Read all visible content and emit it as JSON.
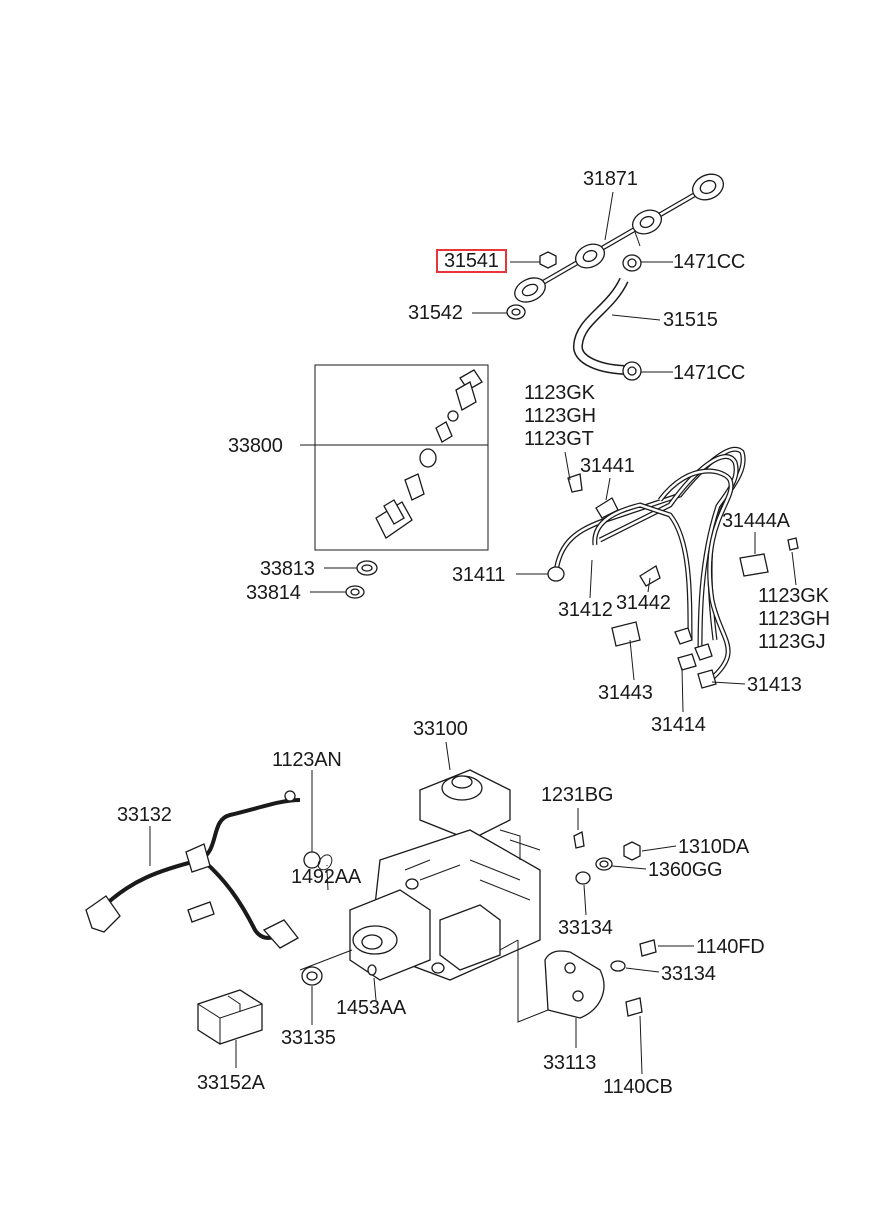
{
  "highlight_color": "#e8343a",
  "parts": [
    {
      "id": "31871",
      "label": "31871",
      "highlighted": false
    },
    {
      "id": "31541",
      "label": "31541",
      "highlighted": true
    },
    {
      "id": "1471CC-top",
      "label": "1471CC",
      "highlighted": false
    },
    {
      "id": "31542",
      "label": "31542",
      "highlighted": false
    },
    {
      "id": "31515",
      "label": "31515",
      "highlighted": false
    },
    {
      "id": "1471CC-bottom",
      "label": "1471CC",
      "highlighted": false
    },
    {
      "id": "33800",
      "label": "33800",
      "highlighted": false
    },
    {
      "id": "1123GK-a",
      "label": "1123GK",
      "highlighted": false
    },
    {
      "id": "1123GH-a",
      "label": "1123GH",
      "highlighted": false
    },
    {
      "id": "1123GT",
      "label": "1123GT",
      "highlighted": false
    },
    {
      "id": "31441",
      "label": "31441",
      "highlighted": false
    },
    {
      "id": "31444A",
      "label": "31444A",
      "highlighted": false
    },
    {
      "id": "33813",
      "label": "33813",
      "highlighted": false
    },
    {
      "id": "33814",
      "label": "33814",
      "highlighted": false
    },
    {
      "id": "31411",
      "label": "31411",
      "highlighted": false
    },
    {
      "id": "31412",
      "label": "31412",
      "highlighted": false
    },
    {
      "id": "31442",
      "label": "31442",
      "highlighted": false
    },
    {
      "id": "1123GK-b",
      "label": "1123GK",
      "highlighted": false
    },
    {
      "id": "1123GH-b",
      "label": "1123GH",
      "highlighted": false
    },
    {
      "id": "1123GJ",
      "label": "1123GJ",
      "highlighted": false
    },
    {
      "id": "31443",
      "label": "31443",
      "highlighted": false
    },
    {
      "id": "31413",
      "label": "31413",
      "highlighted": false
    },
    {
      "id": "31414",
      "label": "31414",
      "highlighted": false
    },
    {
      "id": "33100",
      "label": "33100",
      "highlighted": false
    },
    {
      "id": "1123AN",
      "label": "1123AN",
      "highlighted": false
    },
    {
      "id": "33132",
      "label": "33132",
      "highlighted": false
    },
    {
      "id": "1231BG",
      "label": "1231BG",
      "highlighted": false
    },
    {
      "id": "1310DA",
      "label": "1310DA",
      "highlighted": false
    },
    {
      "id": "1360GG",
      "label": "1360GG",
      "highlighted": false
    },
    {
      "id": "1492AA",
      "label": "1492AA",
      "highlighted": false
    },
    {
      "id": "33134-a",
      "label": "33134",
      "highlighted": false
    },
    {
      "id": "1140FD",
      "label": "1140FD",
      "highlighted": false
    },
    {
      "id": "33134-b",
      "label": "33134",
      "highlighted": false
    },
    {
      "id": "1453AA",
      "label": "1453AA",
      "highlighted": false
    },
    {
      "id": "33135",
      "label": "33135",
      "highlighted": false
    },
    {
      "id": "33113",
      "label": "33113",
      "highlighted": false
    },
    {
      "id": "1140CB",
      "label": "1140CB",
      "highlighted": false
    },
    {
      "id": "33152A",
      "label": "33152A",
      "highlighted": false
    }
  ]
}
